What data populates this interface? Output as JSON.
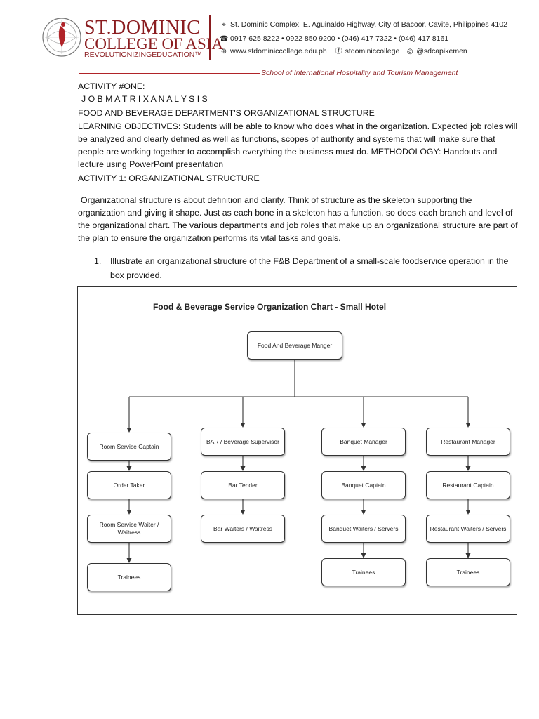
{
  "header": {
    "college_name_line1": "ST.DOMINIC",
    "college_name_line2": "COLLEGE OF ASIA",
    "tagline": "REVOLUTIONIZINGEDUCATION™",
    "address": "St. Dominic Complex, E. Aguinaldo Highway, City of Bacoor, Cavite, Philippines 4102",
    "phones": "0917 625 8222  •  0922 850 9200  •  (046) 417 7322  •  (046) 417 8161",
    "website": "www.stdominiccollege.edu.ph",
    "facebook": "stdominiccollege",
    "instagram": "@sdcapikemen",
    "school": "School of International Hospitality and Tourism Management",
    "colors": {
      "brand": "#8a1c1f",
      "accent_line": "#b02328"
    },
    "icons": [
      "location-pin-icon",
      "phone-icon",
      "globe-icon",
      "facebook-icon",
      "instagram-icon"
    ]
  },
  "document": {
    "activity_label": "ACTIVITY #ONE:",
    "job_matrix": "J O B M A T R I X A N A L Y S I S",
    "fb_structure": "FOOD AND BEVERAGE DEPARTMENT'S ORGANIZATIONAL STRUCTURE",
    "learning_objectives": "LEARNING OBJECTIVES: Students will be able to know who does what in the organization. Expected job roles will be analyzed and clearly defined as well as functions, scopes of authority and systems that will make sure that people are working together to accomplish everything the business must do. METHODOLOGY: Handouts and lecture using PowerPoint presentation",
    "activity1": "ACTIVITY 1: ORGANIZATIONAL STRUCTURE",
    "paragraph": "Organizational structure is about definition and clarity. Think of structure as the skeleton supporting the organization and giving it shape. Just as each bone in a skeleton has a function, so does each branch and level of the organizational chart. The various departments and job roles that make up an organizational structure are part of the plan to ensure the organization performs its vital tasks and goals.",
    "list_number": "1.",
    "list_item": "Illustrate an organizational structure of the F&B Department of a small-scale foodservice operation in the box provided."
  },
  "org_chart": {
    "title": "Food & Beverage Service Organization Chart - Small Hotel",
    "root": "Food And Beverage Manger",
    "branches": [
      {
        "roles": [
          "Room Service Captain",
          "Order Taker",
          "Room Service Waiter / Waitress",
          "Trainees"
        ]
      },
      {
        "roles": [
          "BAR / Beverage Supervisor",
          "Bar Tender",
          "Bar Waiters / Waitress"
        ]
      },
      {
        "roles": [
          "Banquet Manager",
          "Banquet Captain",
          "Banquet Waiters / Servers",
          "Trainees"
        ]
      },
      {
        "roles": [
          "Restaurant Manager",
          "Restaurant Captain",
          "Restaurant Waiters / Servers",
          "Trainees"
        ]
      }
    ]
  }
}
